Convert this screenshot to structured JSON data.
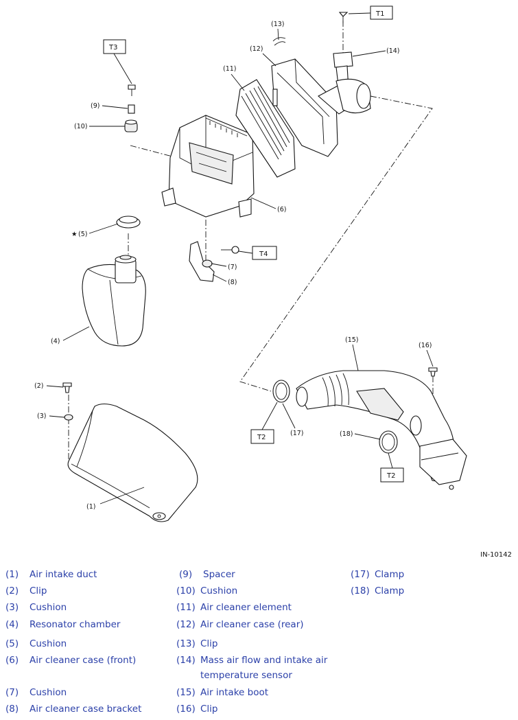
{
  "figure_id": "IN-10142",
  "torque_labels": [
    "T1",
    "T2",
    "T3",
    "T4"
  ],
  "callouts": {
    "c1": "(1)",
    "c2": "(2)",
    "c3": "(3)",
    "c4": "(4)",
    "c5": "(5)",
    "c6": "(6)",
    "c7": "(7)",
    "c8": "(8)",
    "c9": "(9)",
    "c10": "(10)",
    "c11": "(11)",
    "c12": "(12)",
    "c13": "(13)",
    "c14": "(14)",
    "c15": "(15)",
    "c16": "(16)",
    "c17": "(17)",
    "c18": "(18)",
    "star": "★"
  },
  "legend": [
    {
      "num": "(1)",
      "name": "Air intake duct"
    },
    {
      "num": "(2)",
      "name": "Clip"
    },
    {
      "num": "(3)",
      "name": "Cushion"
    },
    {
      "num": "(4)",
      "name": "Resonator chamber"
    },
    {
      "num": "(5)",
      "name": "Cushion"
    },
    {
      "num": "(6)",
      "name": "Air cleaner case (front)"
    },
    {
      "num": "(7)",
      "name": "Cushion"
    },
    {
      "num": "(8)",
      "name": "Air cleaner case bracket"
    },
    {
      "num": "(9)",
      "name": "Spacer"
    },
    {
      "num": "(10)",
      "name": "Cushion"
    },
    {
      "num": "(11)",
      "name": "Air cleaner element"
    },
    {
      "num": "(12)",
      "name": "Air cleaner case (rear)"
    },
    {
      "num": "(13)",
      "name": "Clip"
    },
    {
      "num": "(14)",
      "name": "Mass air flow and intake air temperature sensor"
    },
    {
      "num": "(15)",
      "name": "Air intake boot"
    },
    {
      "num": "(16)",
      "name": "Clip"
    },
    {
      "num": "(17)",
      "name": "Clamp"
    },
    {
      "num": "(18)",
      "name": "Clamp"
    }
  ],
  "colors": {
    "legend_text": "#2a3fa8",
    "line": "#111111"
  }
}
